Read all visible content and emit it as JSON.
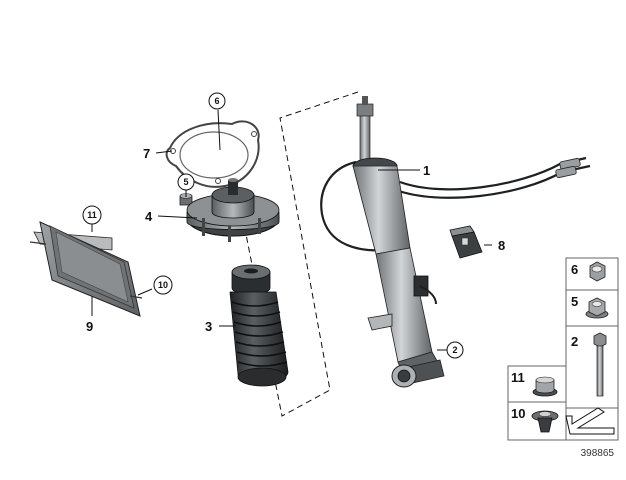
{
  "callouts": {
    "c1": "1",
    "c2": "2",
    "c3": "3",
    "c4": "4",
    "c5": "5",
    "c6": "6",
    "c7": "7",
    "c8": "8",
    "c9": "9",
    "c10": "10",
    "c11": "11"
  },
  "legend": {
    "item6": "6",
    "item5": "5",
    "item2": "2",
    "item11": "11",
    "item10": "10"
  },
  "reference_number": "398865",
  "colors": {
    "part_dark": "#3a3d3f",
    "part_mid": "#8b8f92",
    "part_light": "#c7cacc",
    "outline": "#111111"
  }
}
